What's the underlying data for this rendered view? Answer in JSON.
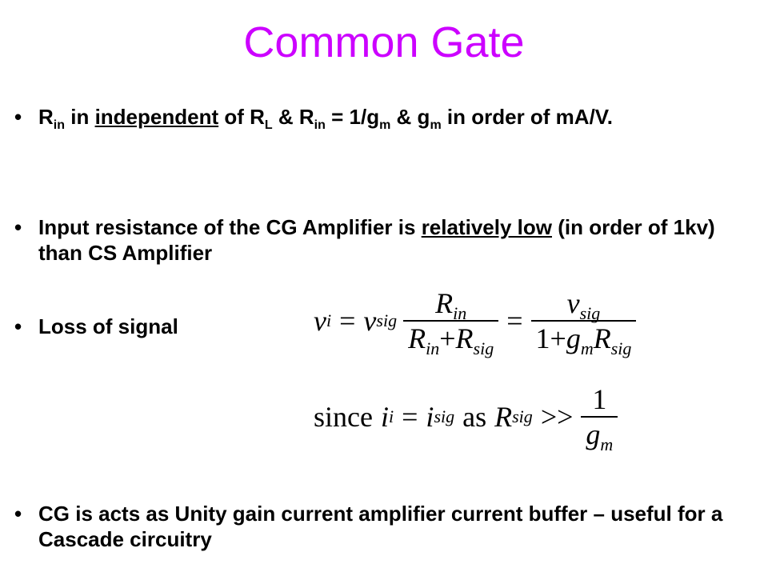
{
  "title": "Common Gate",
  "colors": {
    "title": "#cc00ff",
    "text": "#000000"
  },
  "bullet_glyph": "•",
  "bullet1": {
    "R": "R",
    "in": "in",
    "t1": " in ",
    "independent": "independent",
    "t2": " of R",
    "L": "L",
    "t3": " & R",
    "in2": "in",
    "t4": " = 1/g",
    "m": "m",
    "t5": " & g",
    "m2": "m",
    "t6": " in order of mA/V."
  },
  "bullet2": {
    "t1": "Input resistance of the CG Amplifier is ",
    "underlined": "relatively low",
    "t2": " (in order of 1kv) than CS Amplifier"
  },
  "bullet3": {
    "text": "Loss of signal"
  },
  "bullet4": {
    "text": "CG is acts as Unity gain current amplifier current buffer – useful for a Cascade circuitry"
  },
  "eq1": {
    "v": "v",
    "i": "i",
    "eq": "=",
    "sig": "sig",
    "R": "R",
    "in": "in",
    "plus": "+",
    "one": "1",
    "g": "g",
    "m": "m"
  },
  "eq2": {
    "since": "since",
    "i": "i",
    "sub_i": "i",
    "eq": "=",
    "sig": "sig",
    "as": "as",
    "R": "R",
    "gg": ">>",
    "one": "1",
    "g": "g",
    "m": "m"
  }
}
